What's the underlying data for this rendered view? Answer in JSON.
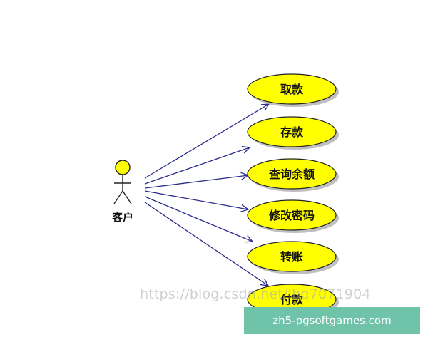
{
  "diagram": {
    "actor": {
      "label": "客户",
      "icon": "stick-figure-actor-icon"
    },
    "use_cases": [
      {
        "label": "取款"
      },
      {
        "label": "存款"
      },
      {
        "label": "查询余额"
      },
      {
        "label": "修改密码"
      },
      {
        "label": "转账"
      },
      {
        "label": "付款"
      }
    ],
    "colors": {
      "use_case_fill": "#ffff00",
      "use_case_shadow": "#bfbfbf",
      "outline": "#222222",
      "actor_head": "#ffff00",
      "association": "#2a2a8c"
    }
  },
  "watermark": {
    "text": "https://blog.csdn.net/lbq7071904"
  },
  "banner": {
    "text": "zh5-pgsoftgames.com",
    "color": "#6fc3a8"
  }
}
